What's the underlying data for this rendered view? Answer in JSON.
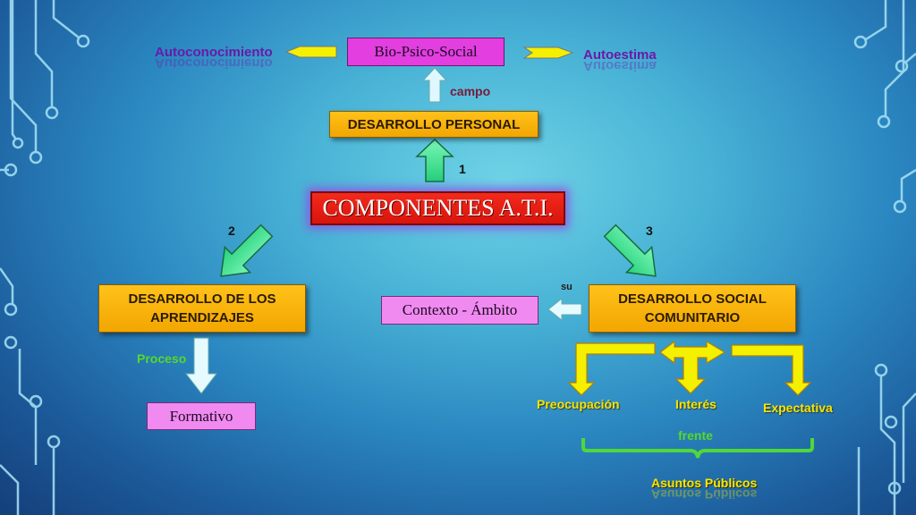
{
  "nodes": {
    "bio_psico_social": "Bio-Psico-Social",
    "autoconocimiento": "Autoconocimiento",
    "autoestima": "Autoestima",
    "desarrollo_personal": "DESARROLLO PERSONAL",
    "componentes": "COMPONENTES A.T.I.",
    "desarrollo_aprendizajes": "DESARROLLO DE LOS APRENDIZAJES",
    "formativo": "Formativo",
    "contexto_ambito": "Contexto - Ámbito",
    "desarrollo_social": "DESARROLLO SOCIAL COMUNITARIO",
    "preocupacion": "Preocupación",
    "interes": "Interés",
    "expectativa": "Expectativa",
    "asuntos_publicos": "Asuntos Públicos"
  },
  "connector_labels": {
    "campo": "campo",
    "num_1": "1",
    "num_2": "2",
    "num_3": "3",
    "proceso": "Proceso",
    "su": "su",
    "frente": "frente"
  },
  "colors": {
    "orange_box": "#f2a600",
    "red_box": "#d8140c",
    "magenta_box": "#e23ee0",
    "pink_box": "#f08af0",
    "green_arrow": "#3ee886",
    "yellow_arrow": "#f5ef00",
    "light_cyan_arrow": "#d8f6ff"
  }
}
